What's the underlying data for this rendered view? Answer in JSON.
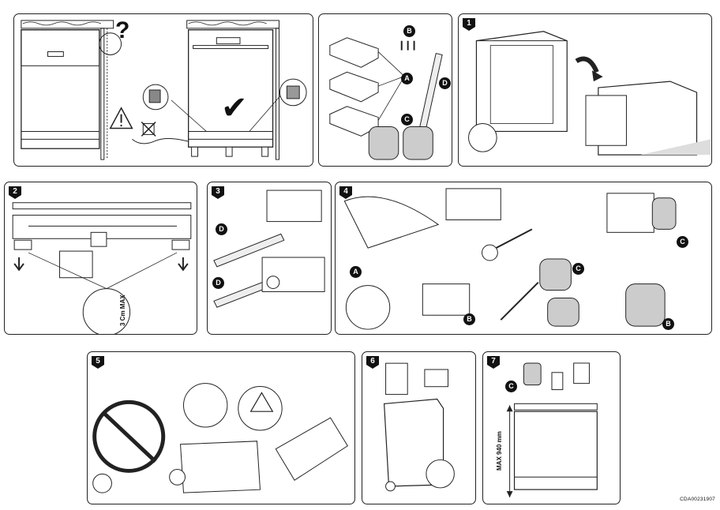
{
  "steps": {
    "s1": "1",
    "s2": "2",
    "s3": "3",
    "s4": "4",
    "s5": "5",
    "s6": "6",
    "s7": "7"
  },
  "parts": {
    "A": "A",
    "B": "B",
    "C": "C",
    "D": "D"
  },
  "symbols": {
    "question": "?",
    "check": "✔"
  },
  "labels": {
    "max_cm": "3 Cm MAX",
    "max_mm": "MAX 940 mm"
  },
  "doc_code": "CDA00231907",
  "colors": {
    "line": "#222222",
    "badge": "#111111"
  }
}
